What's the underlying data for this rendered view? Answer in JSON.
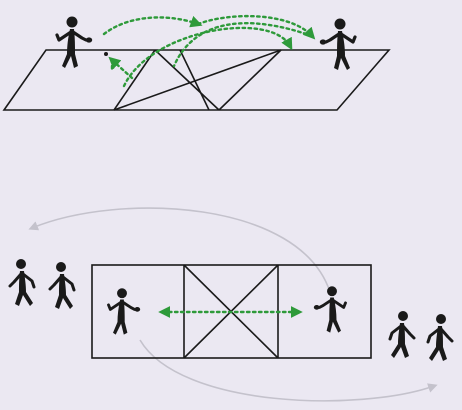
{
  "colors": {
    "background": "#ebe8f2",
    "ink": "#1a1a1a",
    "shot_path": "#2e9a3a",
    "rotation_path": "#c4c2cc"
  },
  "panels": [
    {
      "id": "serve-diagram",
      "icons": [
        "player-serving-icon",
        "player-receiving-icon",
        "ball-icon"
      ],
      "paths": [
        "serve-arc-1",
        "serve-arc-2",
        "serve-arc-3",
        "serve-bounce-hook"
      ]
    },
    {
      "id": "rotation-diagram",
      "icons": [
        "player-left-icon",
        "player-right-icon",
        "waiting-player-icon"
      ],
      "paths": [
        "rally-arrow",
        "rotation-arrow-top",
        "rotation-arrow-bottom"
      ]
    }
  ]
}
